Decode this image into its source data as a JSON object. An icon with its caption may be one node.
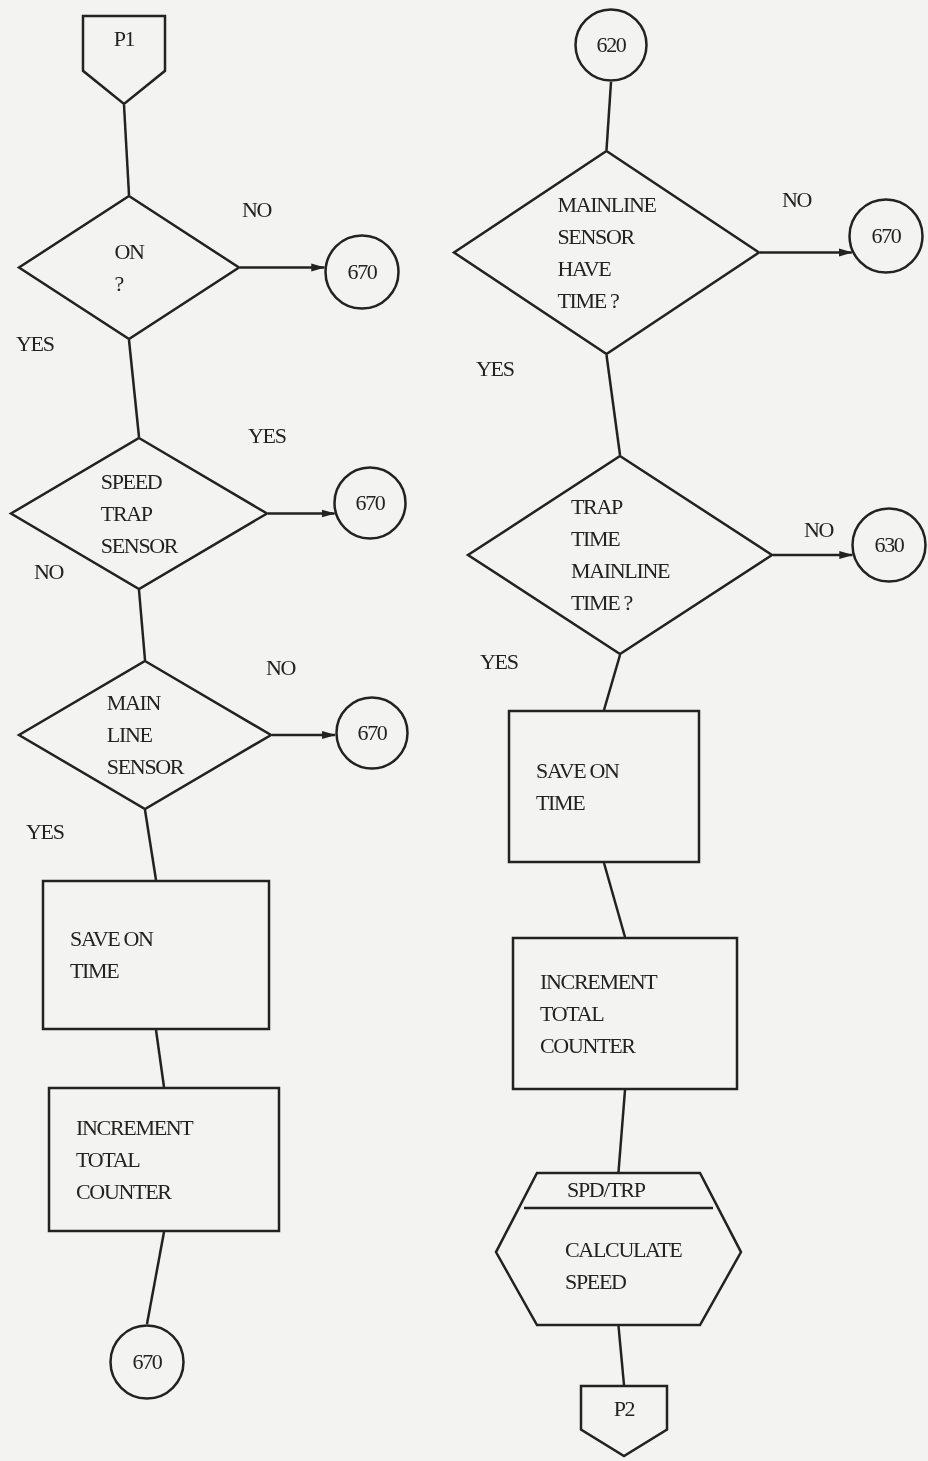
{
  "diagram": {
    "nodes": [
      {
        "text": [
          "P1"
        ]
      },
      {
        "text": [
          "ON ?"
        ]
      },
      {
        "text": [
          "670"
        ]
      },
      {
        "text": [
          "SPEED TRAP SENSOR"
        ]
      },
      {
        "text": [
          "670"
        ]
      },
      {
        "text": [
          "MAIN LINE SENSOR"
        ]
      },
      {
        "text": [
          "670"
        ]
      },
      {
        "text": [
          "SAVE ON TIME"
        ]
      },
      {
        "text": [
          "INCREMENT TOTAL COUNTER"
        ]
      },
      {
        "text": [
          "670"
        ]
      },
      {
        "text": [
          "620"
        ]
      },
      {
        "text": [
          "MAINLINE SENSOR HAVE TIME ?"
        ]
      },
      {
        "text": [
          "670"
        ]
      },
      {
        "text": [
          "TRAP TIME MAINLINE TIME ?"
        ]
      },
      {
        "text": [
          "630"
        ]
      },
      {
        "text": [
          "SAVE ON TIME"
        ]
      },
      {
        "text": [
          "INCREMENT TOTAL COUNTER"
        ]
      },
      {
        "text": [
          "SPD/TRP",
          "CALCULATE SPEED"
        ]
      },
      {
        "text": [
          "P2"
        ]
      }
    ],
    "edges": [
      {
        "from": 0,
        "to": 1,
        "arrow": "none"
      },
      {
        "from": 1,
        "to": 2,
        "arrow": "to",
        "label": "NO"
      },
      {
        "from": 1,
        "to": 3,
        "arrow": "none",
        "label": "YES"
      },
      {
        "from": 3,
        "to": 4,
        "arrow": "to",
        "label": "YES"
      },
      {
        "from": 3,
        "to": 5,
        "arrow": "none",
        "label": "NO"
      },
      {
        "from": 5,
        "to": 6,
        "arrow": "to",
        "label": "NO"
      },
      {
        "from": 5,
        "to": 7,
        "arrow": "none",
        "label": "YES"
      },
      {
        "from": 7,
        "to": 8,
        "arrow": "none"
      },
      {
        "from": 8,
        "to": 9,
        "arrow": "none"
      },
      {
        "from": 10,
        "to": 11,
        "arrow": "none"
      },
      {
        "from": 11,
        "to": 12,
        "arrow": "to",
        "label": "NO"
      },
      {
        "from": 11,
        "to": 13,
        "arrow": "none",
        "label": "YES"
      },
      {
        "from": 13,
        "to": 14,
        "arrow": "to",
        "label": "NO"
      },
      {
        "from": 13,
        "to": 15,
        "arrow": "none",
        "label": "YES"
      },
      {
        "from": 15,
        "to": 16,
        "arrow": "none"
      },
      {
        "from": 16,
        "to": 17,
        "arrow": "none"
      },
      {
        "from": 17,
        "to": 18,
        "arrow": "none"
      }
    ]
  }
}
